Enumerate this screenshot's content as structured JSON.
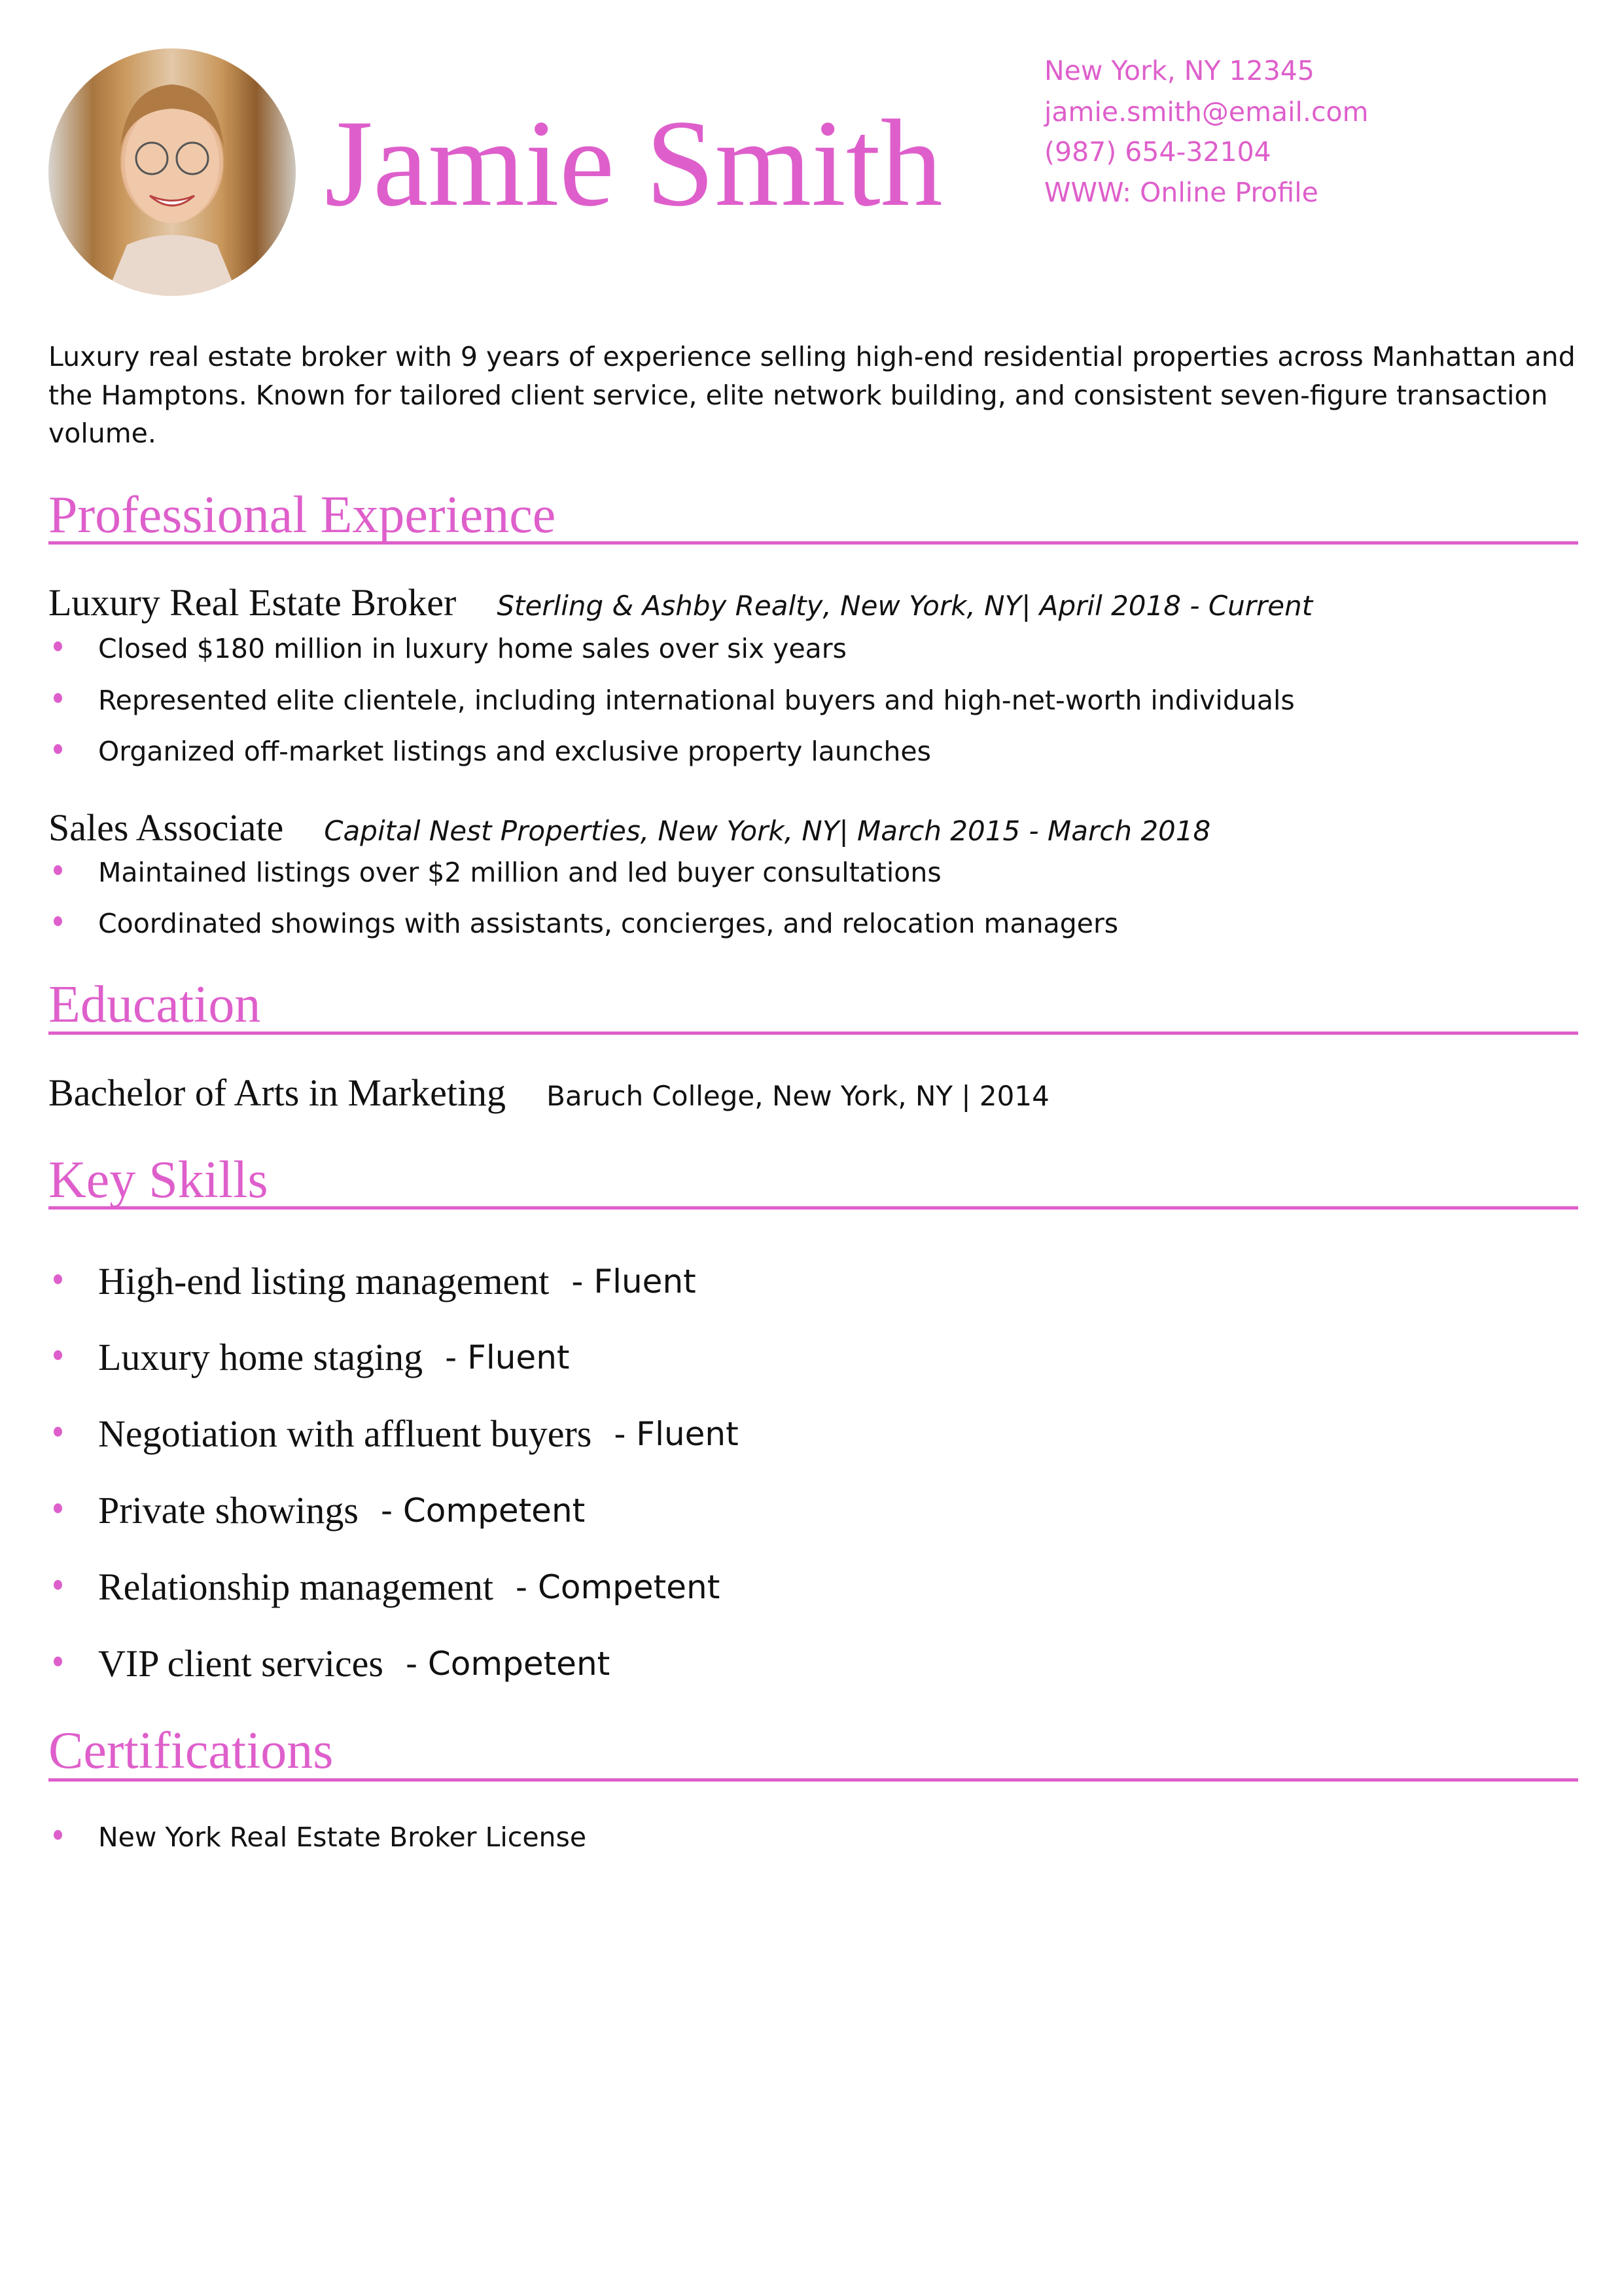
{
  "header": {
    "name": "Jamie Smith",
    "contact": {
      "location": "New York, NY 12345",
      "email": "jamie.smith@email.com",
      "phone": "(987) 654-32104",
      "website": "WWW: Online Profile"
    }
  },
  "summary": "Luxury real estate broker with 9 years of experience selling high-end residential properties across Manhattan and the Hamptons. Known for tailored client service, elite network building, and consistent seven-figure transaction volume.",
  "experience": {
    "title": "Professional Experience",
    "jobs": [
      {
        "title": "Luxury Real Estate Broker",
        "company": "Sterling & Ashby Realty",
        "location": ", New York, NY",
        "dates": " | April 2018 - Current",
        "bullets": [
          "Closed $180 million in luxury home sales over six years",
          "Represented elite clientele, including international buyers and high-net-worth individuals",
          "Organized off-market listings and exclusive property launches"
        ]
      },
      {
        "title": "Sales Associate",
        "company": "Capital Nest Properties",
        "location": ", New York, NY",
        "dates": " | March 2015 - March 2018",
        "bullets": [
          "Maintained listings over $2 million and led buyer consultations",
          "Coordinated showings with assistants, concierges, and relocation managers"
        ]
      }
    ]
  },
  "education": {
    "title": "Education",
    "degree": "Bachelor of Arts in Marketing",
    "school": "Baruch College, New York, NY | 2014"
  },
  "skills": {
    "title": "Key Skills",
    "items": [
      {
        "name": "High-end listing management",
        "level": "- Fluent"
      },
      {
        "name": "Luxury home staging",
        "level": "- Fluent"
      },
      {
        "name": "Negotiation with affluent buyers",
        "level": "- Fluent"
      },
      {
        "name": "Private showings",
        "level": "- Competent"
      },
      {
        "name": "Relationship management",
        "level": "- Competent"
      },
      {
        "name": "VIP client services",
        "level": "- Competent"
      }
    ]
  },
  "certifications": {
    "title": "Certifications",
    "items": [
      "New York Real Estate Broker License"
    ]
  },
  "colors": {
    "accent": "#DE5FCB",
    "text": "#111111"
  }
}
